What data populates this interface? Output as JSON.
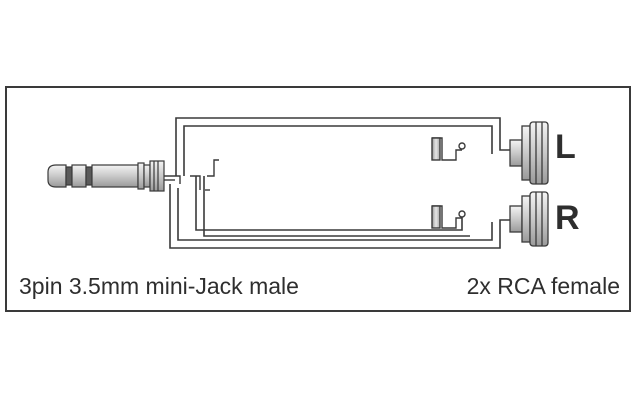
{
  "connector_labels": {
    "left_caption": "3pin 3.5mm mini-Jack male",
    "right_caption": "2x RCA female",
    "channel_left": "L",
    "channel_right": "R"
  },
  "colors": {
    "line": "#3a3a3a",
    "metal_light": "#e8e8e8",
    "metal_mid": "#bdbdbd",
    "metal_dark": "#8c8c8c",
    "text": "#2e2e2e"
  },
  "icons": [
    "mini-jack-plug-icon",
    "rca-socket-icon"
  ]
}
